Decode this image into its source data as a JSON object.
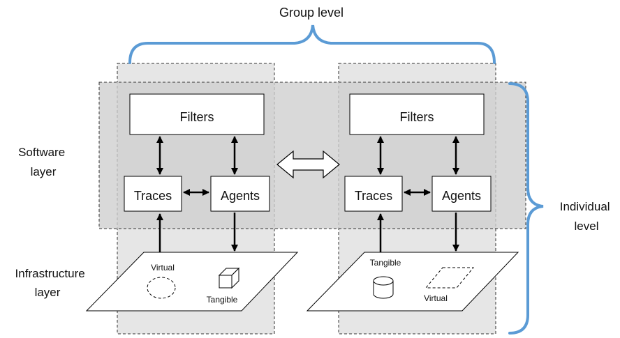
{
  "labels": {
    "group_level": "Group level",
    "individual_level": [
      "Individual",
      "level"
    ],
    "software_layer": [
      "Software",
      "layer"
    ],
    "infrastructure_layer": [
      "Infrastructure",
      "layer"
    ]
  },
  "nodes": {
    "filters": "Filters",
    "traces": "Traces",
    "agents": "Agents"
  },
  "left_plane": {
    "virtual": "Virtual",
    "tangible": "Tangible"
  },
  "right_plane": {
    "tangible": "Tangible",
    "virtual": "Virtual"
  },
  "colors": {
    "brace": "#5b9bd5",
    "region_fill": "#e6e6e6",
    "software_fill": "#cfcfcf",
    "box_fill": "#ffffff",
    "stroke": "#000000"
  }
}
